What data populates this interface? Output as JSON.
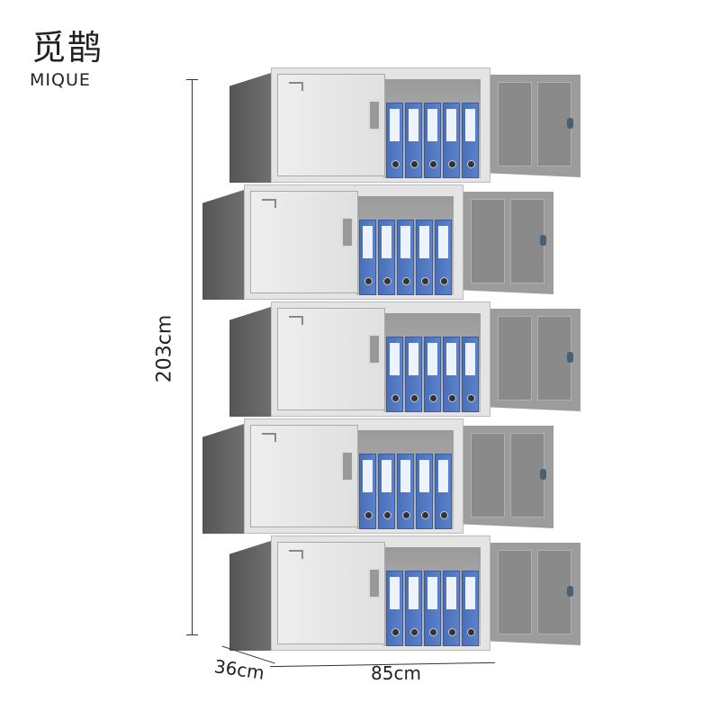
{
  "brand": {
    "name_cn": "觅鹊",
    "name_en": "MIQUE"
  },
  "dimensions": {
    "height": "203cm",
    "depth": "36cm",
    "width": "85cm"
  },
  "product": {
    "modules": 5,
    "binders_per_module": 5
  },
  "colors": {
    "binder": "#5b82cc",
    "body": "#e4e4e4",
    "side": "#5f5f5f"
  }
}
